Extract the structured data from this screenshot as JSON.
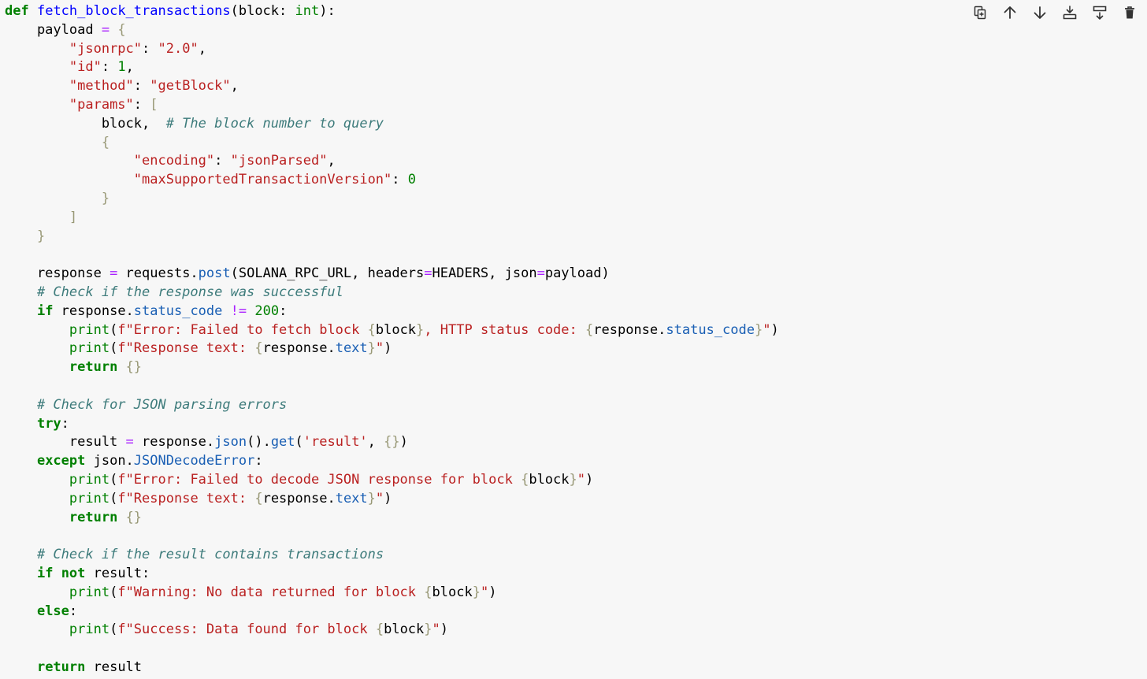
{
  "toolbar": {
    "icons": [
      "duplicate-icon",
      "move-up-icon",
      "move-down-icon",
      "insert-above-icon",
      "insert-below-icon",
      "delete-icon"
    ]
  },
  "code": {
    "language": "python",
    "lines": [
      [
        [
          "kw",
          "def"
        ],
        [
          "t",
          " "
        ],
        [
          "fn",
          "fetch_block_transactions"
        ],
        [
          "t",
          "(block: "
        ],
        [
          "bi",
          "int"
        ],
        [
          "t",
          "):"
        ]
      ],
      [
        [
          "t",
          "    payload "
        ],
        [
          "op",
          "="
        ],
        [
          "t",
          " "
        ],
        [
          "br",
          "{"
        ]
      ],
      [
        [
          "t",
          "        "
        ],
        [
          "str",
          "\"jsonrpc\""
        ],
        [
          "t",
          ": "
        ],
        [
          "str",
          "\"2.0\""
        ],
        [
          "t",
          ","
        ]
      ],
      [
        [
          "t",
          "        "
        ],
        [
          "str",
          "\"id\""
        ],
        [
          "t",
          ": "
        ],
        [
          "num",
          "1"
        ],
        [
          "t",
          ","
        ]
      ],
      [
        [
          "t",
          "        "
        ],
        [
          "str",
          "\"method\""
        ],
        [
          "t",
          ": "
        ],
        [
          "str",
          "\"getBlock\""
        ],
        [
          "t",
          ","
        ]
      ],
      [
        [
          "t",
          "        "
        ],
        [
          "str",
          "\"params\""
        ],
        [
          "t",
          ": "
        ],
        [
          "br",
          "["
        ]
      ],
      [
        [
          "t",
          "            block,  "
        ],
        [
          "cm",
          "# The block number to query"
        ]
      ],
      [
        [
          "t",
          "            "
        ],
        [
          "br",
          "{"
        ]
      ],
      [
        [
          "t",
          "                "
        ],
        [
          "str",
          "\"encoding\""
        ],
        [
          "t",
          ": "
        ],
        [
          "str",
          "\"jsonParsed\""
        ],
        [
          "t",
          ","
        ]
      ],
      [
        [
          "t",
          "                "
        ],
        [
          "str",
          "\"maxSupportedTransactionVersion\""
        ],
        [
          "t",
          ": "
        ],
        [
          "num",
          "0"
        ]
      ],
      [
        [
          "t",
          "            "
        ],
        [
          "br",
          "}"
        ]
      ],
      [
        [
          "t",
          "        "
        ],
        [
          "br",
          "]"
        ]
      ],
      [
        [
          "t",
          "    "
        ],
        [
          "br",
          "}"
        ]
      ],
      [
        [
          "t",
          ""
        ]
      ],
      [
        [
          "t",
          "    response "
        ],
        [
          "op",
          "="
        ],
        [
          "t",
          " requests."
        ],
        [
          "at",
          "post"
        ],
        [
          "t",
          "(SOLANA_RPC_URL, headers"
        ],
        [
          "op",
          "="
        ],
        [
          "t",
          "HEADERS, json"
        ],
        [
          "op",
          "="
        ],
        [
          "t",
          "payload)"
        ]
      ],
      [
        [
          "t",
          "    "
        ],
        [
          "cm",
          "# Check if the response was successful"
        ]
      ],
      [
        [
          "t",
          "    "
        ],
        [
          "kw",
          "if"
        ],
        [
          "t",
          " response."
        ],
        [
          "at",
          "status_code"
        ],
        [
          "t",
          " "
        ],
        [
          "op",
          "!="
        ],
        [
          "t",
          " "
        ],
        [
          "num",
          "200"
        ],
        [
          "t",
          ":"
        ]
      ],
      [
        [
          "t",
          "        "
        ],
        [
          "bi",
          "print"
        ],
        [
          "t",
          "("
        ],
        [
          "str",
          "f\"Error: Failed to fetch block "
        ],
        [
          "br",
          "{"
        ],
        [
          "t",
          "block"
        ],
        [
          "br",
          "}"
        ],
        [
          "str",
          ", HTTP status code: "
        ],
        [
          "br",
          "{"
        ],
        [
          "t",
          "response."
        ],
        [
          "at",
          "status_code"
        ],
        [
          "br",
          "}"
        ],
        [
          "str",
          "\""
        ],
        [
          "t",
          ")"
        ]
      ],
      [
        [
          "t",
          "        "
        ],
        [
          "bi",
          "print"
        ],
        [
          "t",
          "("
        ],
        [
          "str",
          "f\"Response text: "
        ],
        [
          "br",
          "{"
        ],
        [
          "t",
          "response."
        ],
        [
          "at",
          "text"
        ],
        [
          "br",
          "}"
        ],
        [
          "str",
          "\""
        ],
        [
          "t",
          ")"
        ]
      ],
      [
        [
          "t",
          "        "
        ],
        [
          "kw",
          "return"
        ],
        [
          "t",
          " "
        ],
        [
          "br",
          "{}"
        ]
      ],
      [
        [
          "t",
          ""
        ]
      ],
      [
        [
          "t",
          "    "
        ],
        [
          "cm",
          "# Check for JSON parsing errors"
        ]
      ],
      [
        [
          "t",
          "    "
        ],
        [
          "kw",
          "try"
        ],
        [
          "t",
          ":"
        ]
      ],
      [
        [
          "t",
          "        result "
        ],
        [
          "op",
          "="
        ],
        [
          "t",
          " response."
        ],
        [
          "at",
          "json"
        ],
        [
          "t",
          "()."
        ],
        [
          "at",
          "get"
        ],
        [
          "t",
          "("
        ],
        [
          "str",
          "'result'"
        ],
        [
          "t",
          ", "
        ],
        [
          "br",
          "{}"
        ],
        [
          "t",
          ")"
        ]
      ],
      [
        [
          "t",
          "    "
        ],
        [
          "kw",
          "except"
        ],
        [
          "t",
          " json."
        ],
        [
          "at",
          "JSONDecodeError"
        ],
        [
          "t",
          ":"
        ]
      ],
      [
        [
          "t",
          "        "
        ],
        [
          "bi",
          "print"
        ],
        [
          "t",
          "("
        ],
        [
          "str",
          "f\"Error: Failed to decode JSON response for block "
        ],
        [
          "br",
          "{"
        ],
        [
          "t",
          "block"
        ],
        [
          "br",
          "}"
        ],
        [
          "str",
          "\""
        ],
        [
          "t",
          ")"
        ]
      ],
      [
        [
          "t",
          "        "
        ],
        [
          "bi",
          "print"
        ],
        [
          "t",
          "("
        ],
        [
          "str",
          "f\"Response text: "
        ],
        [
          "br",
          "{"
        ],
        [
          "t",
          "response."
        ],
        [
          "at",
          "text"
        ],
        [
          "br",
          "}"
        ],
        [
          "str",
          "\""
        ],
        [
          "t",
          ")"
        ]
      ],
      [
        [
          "t",
          "        "
        ],
        [
          "kw",
          "return"
        ],
        [
          "t",
          " "
        ],
        [
          "br",
          "{}"
        ]
      ],
      [
        [
          "t",
          ""
        ]
      ],
      [
        [
          "t",
          "    "
        ],
        [
          "cm",
          "# Check if the result contains transactions"
        ]
      ],
      [
        [
          "t",
          "    "
        ],
        [
          "kw",
          "if"
        ],
        [
          "t",
          " "
        ],
        [
          "kw",
          "not"
        ],
        [
          "t",
          " result:"
        ]
      ],
      [
        [
          "t",
          "        "
        ],
        [
          "bi",
          "print"
        ],
        [
          "t",
          "("
        ],
        [
          "str",
          "f\"Warning: No data returned for block "
        ],
        [
          "br",
          "{"
        ],
        [
          "t",
          "block"
        ],
        [
          "br",
          "}"
        ],
        [
          "str",
          "\""
        ],
        [
          "t",
          ")"
        ]
      ],
      [
        [
          "t",
          "    "
        ],
        [
          "kw",
          "else"
        ],
        [
          "t",
          ":"
        ]
      ],
      [
        [
          "t",
          "        "
        ],
        [
          "bi",
          "print"
        ],
        [
          "t",
          "("
        ],
        [
          "str",
          "f\"Success: Data found for block "
        ],
        [
          "br",
          "{"
        ],
        [
          "t",
          "block"
        ],
        [
          "br",
          "}"
        ],
        [
          "str",
          "\""
        ],
        [
          "t",
          ")"
        ]
      ],
      [
        [
          "t",
          ""
        ]
      ],
      [
        [
          "t",
          "    "
        ],
        [
          "kw",
          "return"
        ],
        [
          "t",
          " result"
        ]
      ]
    ]
  }
}
